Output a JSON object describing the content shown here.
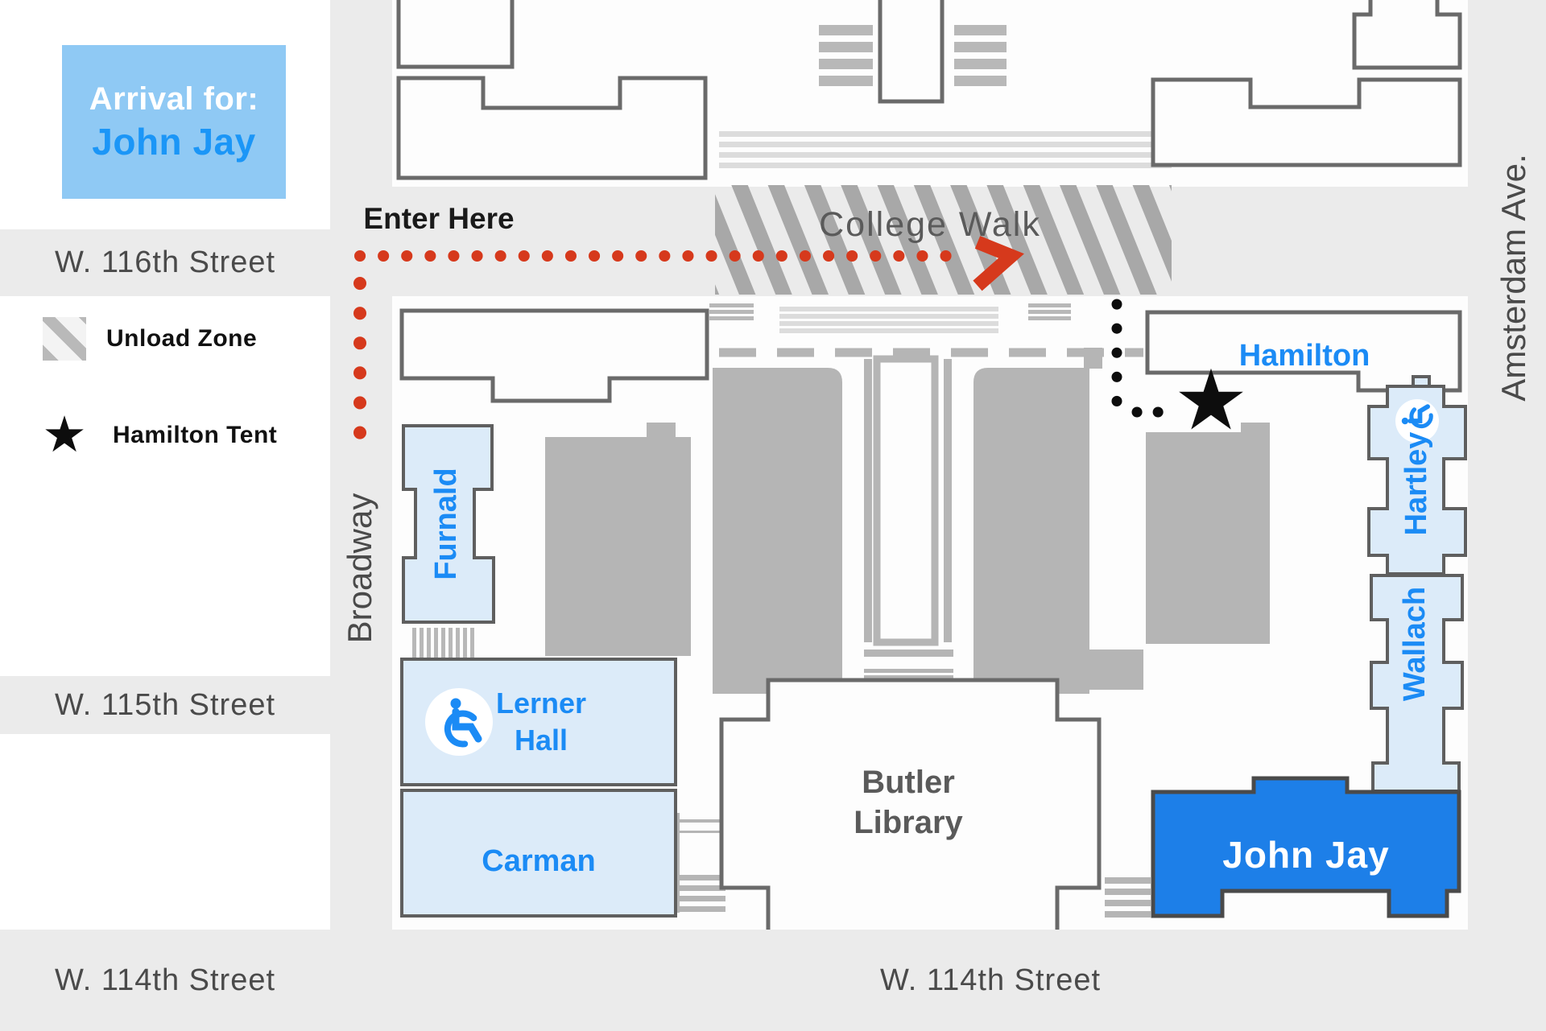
{
  "sidebar": {
    "arrival": {
      "line1": "Arrival for:",
      "line2": "John Jay"
    },
    "legend": {
      "unload_zone": "Unload Zone",
      "hamilton_tent": "Hamilton Tent",
      "star_glyph": "★"
    },
    "streets": {
      "w116": "W. 116th Street",
      "w115": "W. 115th Street",
      "w114": "W. 114th Street"
    }
  },
  "map": {
    "enter_here": "Enter Here",
    "college_walk": "College Walk",
    "star_glyph": "★",
    "streets": {
      "broadway": "Broadway",
      "amsterdam": "Amsterdam Ave.",
      "w114": "W. 114th Street"
    },
    "buildings": {
      "furnald": "Furnald",
      "lerner": [
        "Lerner",
        "Hall"
      ],
      "carman": "Carman",
      "butler": [
        "Butler",
        "Library"
      ],
      "john_jay": "John Jay",
      "hamilton": "Hamilton",
      "hartley": "Hartley",
      "wallach": "Wallach"
    }
  },
  "colors": {
    "accent_blue_label": "#1b8bf5",
    "john_jay_fill": "#1d7fe8",
    "light_blue_building": "#dcebf9",
    "arrival_box_bg": "#8fc9f4",
    "route_red": "#d6391c",
    "lawn_gray": "#b5b5b5",
    "street_bg": "#ebebeb",
    "building_outline": "#666666",
    "dark_text": "#1a1a1a",
    "street_text": "#4a4a4a",
    "college_walk_text": "#5a5a5a",
    "hatch_gray": "#a8a8a8",
    "tent_black": "#0d0d0d"
  }
}
